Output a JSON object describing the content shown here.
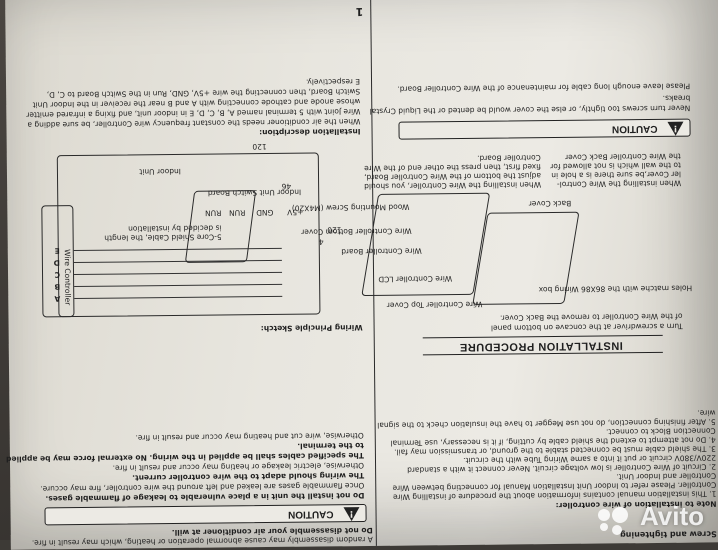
{
  "watermark": {
    "text": "Avito"
  },
  "page_number": "1",
  "caution_1": {
    "label": "CAUTION",
    "lines": [
      "Do not install the unit in a place vulnerable to leakage of flammable gases.",
      "Once flammable gases are leaked and left around the wire controller, fire may occure.",
      "The wiring should adapt to the wire controller current.",
      "Otherwise, electric leakage or heating may occur and result in fire.",
      "The specified cables shall be applied in the wiring. No external force may be applied",
      "to the terminal.",
      "Otherwise, wire cut and heating may occur and result in fire."
    ]
  },
  "caution_2": {
    "label": "CAUTION",
    "lines": [
      "Never turn screws too tightly, or else the cover would be dented or the Liquid Crystal",
      "breaks.",
      "Please leave enough long cable for maintenance of the Wire Controller Board."
    ]
  },
  "top_fragment": [
    "A random disassembly may cause abnormal operation or heating, which may result in fire.",
    "Do not disassemble your air conditioner at will."
  ],
  "install_procedure": {
    "title": "INSTALLATION PROCEDURE",
    "step_text": [
      "Turn a screwdriver at the concave on bottom panel",
      "of the Wire Controller to remove the Back Cover."
    ],
    "labels": {
      "back_cover": "Back Cover",
      "top_cover": "Wire Controller Top Cover",
      "lcd": "Wire Controller LCD",
      "board": "Wire Controller Board",
      "bottom_cover": "Wire Controller Bottom Cover",
      "screw": "Wood Mounting Screw (M4X20)",
      "holes": "Holes matche with the 86X86 Wiring box"
    },
    "notes": [
      "When installing the Wire Control-",
      "ler Cover,be sure there is a hole in",
      "to the wall which is not allowed for",
      "the Wire Controller Back Cover",
      "When installing the Wire Controller, you should",
      "adjust the bottom of the Wire Controller Board,",
      "fixed first, then press the other end of the Wire",
      "Controller Board."
    ],
    "dims": [
      "120",
      "46",
      "120",
      "4"
    ]
  },
  "wiring": {
    "title": "Wiring Principle Sketch:",
    "labels": {
      "wire_controller": "Wire Controller",
      "indoor_switch": "Indoor Unit Switch Board",
      "indoor_unit": "Indoor Unit",
      "shielded": "5-Core Shield Cable, the length",
      "installation": "is decided by installation",
      "terminals": [
        "A",
        "B",
        "C",
        "D",
        "E"
      ],
      "signals": [
        "+5V",
        "GND",
        "RUN",
        "RUN"
      ]
    }
  },
  "install_desc": {
    "title": "Installation description:",
    "lines": [
      "When the air conditioner needs the constant frequency wire Controller, be sure adding a",
      "Wire Joint with 5 terminal named A, B, C, D, E in indoor unit, and fixing a infrared emitter",
      "whose anode and cathode connecting with A and B near the receiver in the Indoor Unit",
      "Switch Board, then connecting the wire +5V, GND, Run in the Switch Board to C, D,",
      "E respectively."
    ]
  },
  "left_column": {
    "title": "Note to installation of wire controller:",
    "lines": [
      "1. This installation manual contains information about the procedure of installing Wire",
      "Controller. Please refer to Indoor Unit Installation Manual for connecting between Wire",
      "Controller and Indoor Unit.",
      "2. Circuit of Wire Controller is low voltage circuit. Never connect it with a standard",
      "220V/380V circuit or put it into a same Wiring Tube with the circuit.",
      "3. The shield cable must be connected stable to the ground, or transmission may fail.",
      "4. Do not attempt to extend the shield cable by cutting, if it is necessary, use Terminal",
      "Connection Block to connect.",
      "5. After finishing connection, do not use Megger to have the insulation check to the signal",
      "wire."
    ]
  },
  "tag": "Screw and tightening"
}
